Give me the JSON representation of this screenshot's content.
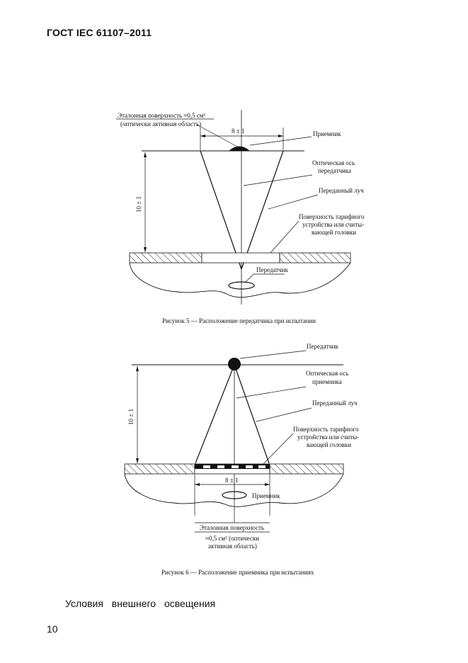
{
  "header": {
    "title": "ГОСТ IEC 61107–2011"
  },
  "figure5": {
    "ref_surface_line1": "Эталонная поверхность ≈0,5 см²",
    "ref_surface_line2": "(оптически активная область)",
    "dimension_top": "8 ± 1",
    "receiver": "Приемник",
    "optical_axis_line1": "Оптическая ось",
    "optical_axis_line2": "передатчика",
    "beam": "Переданный луч",
    "surface_line1": "Поверхность тарифного",
    "surface_line2": "устройства или считы-",
    "surface_line3": "вающей головки",
    "vertical_dim": "10 ± 1",
    "transmitter": "Передатчик",
    "caption": "Рисунок 5 — Расположение передатчика при испытании"
  },
  "figure6": {
    "transmitter": "Передатчик",
    "optical_axis_line1": "Оптическая ось",
    "optical_axis_line2": "приемника",
    "beam": "Переданный луч",
    "surface_line1": "Поверхность тарифного",
    "surface_line2": "устройства или считы-",
    "surface_line3": "вающей головки",
    "vertical_dim": "10 ± 1",
    "dimension_bottom": "8 ± 1",
    "receiver": "Приемник",
    "ref_surface_line1": "Эталонная поверхность",
    "ref_surface_line2": "≈0,5 см² (оптически",
    "ref_surface_line3": "активная область)",
    "caption": "Рисунок 6 — Расположение приемника при испытаниях"
  },
  "body": {
    "paragraph": "Условия внешнего освещения"
  },
  "footer": {
    "page_number": "10"
  }
}
